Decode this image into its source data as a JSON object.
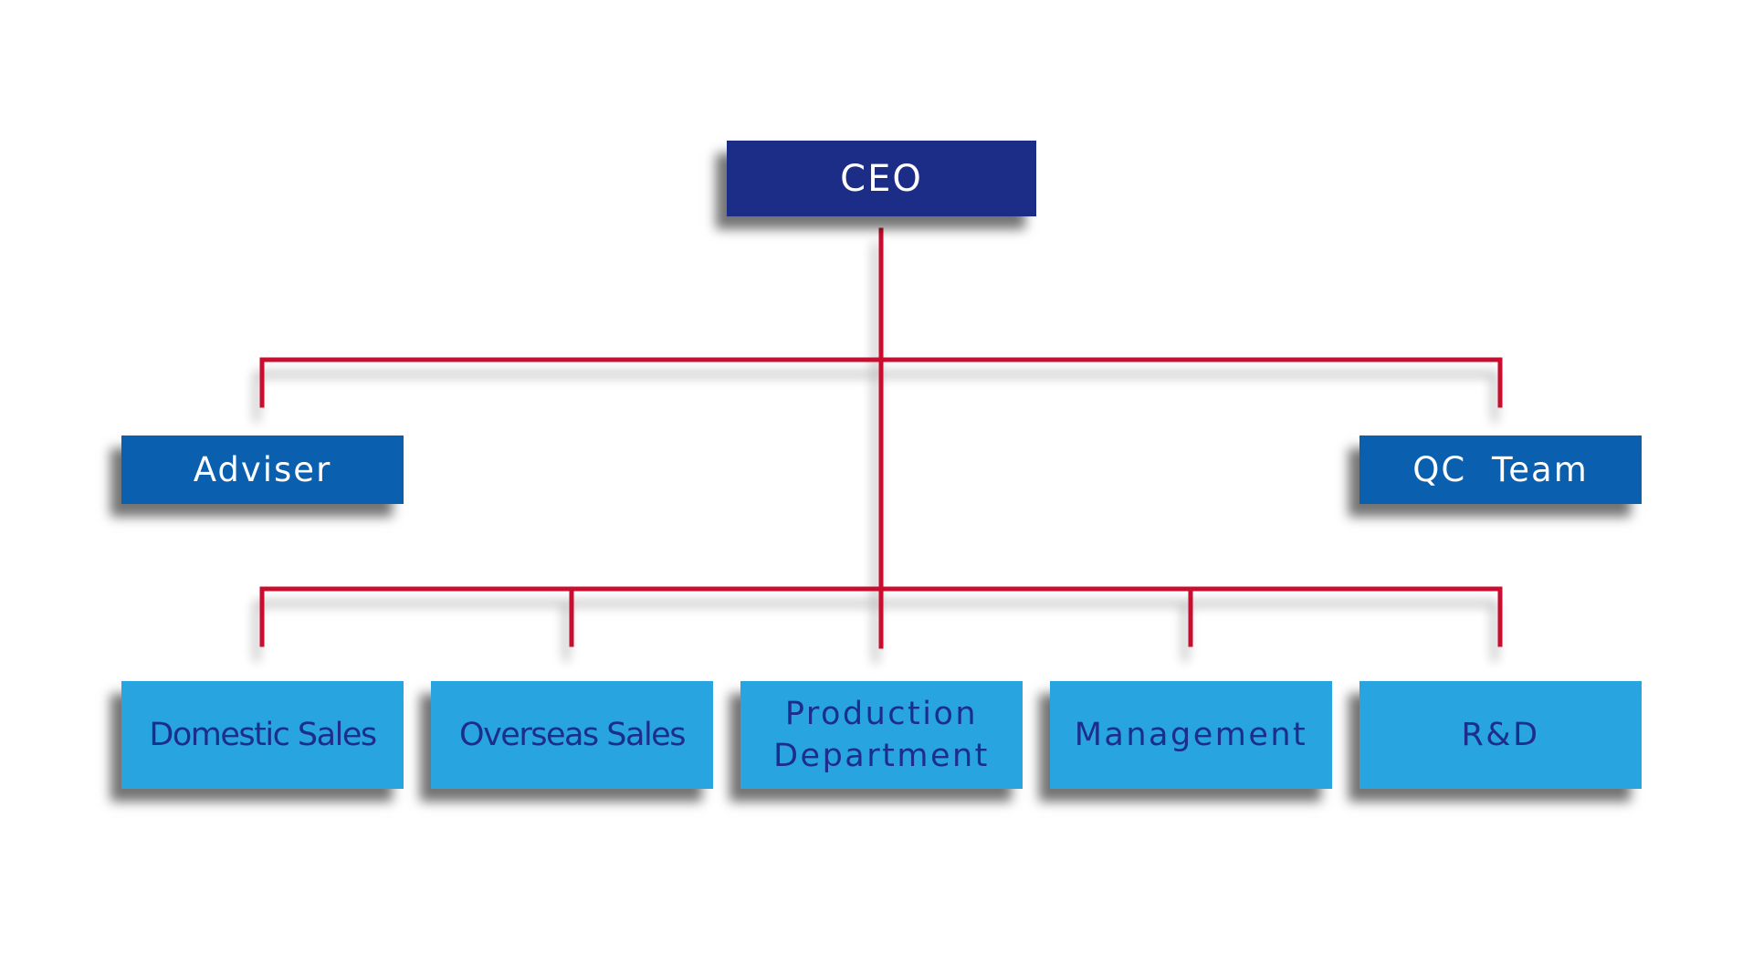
{
  "org_chart": {
    "top": {
      "label": "CEO"
    },
    "advisory": [
      {
        "label": "Adviser"
      },
      {
        "label": "QC Team"
      }
    ],
    "departments": [
      {
        "label": "Domestic Sales"
      },
      {
        "label": "Overseas Sales"
      },
      {
        "label": "Production\nDepartment"
      },
      {
        "label": "Management"
      },
      {
        "label": "R&D"
      }
    ]
  },
  "colors": {
    "ceo_box": "#1c2d87",
    "advisory_box": "#0a5fae",
    "department_box": "#28a5e0",
    "department_text": "#1d2e8a",
    "connector": "#c8102e"
  }
}
